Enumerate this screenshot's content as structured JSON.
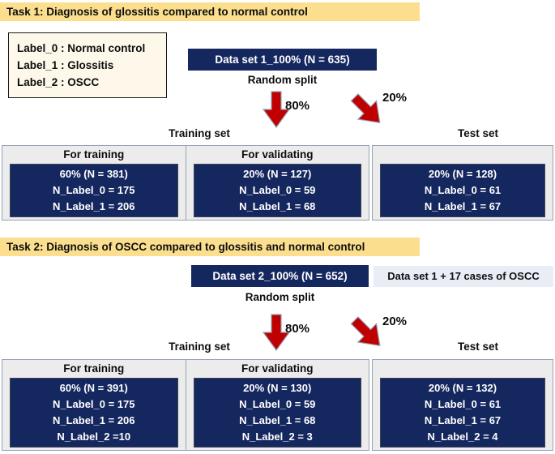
{
  "colors": {
    "task_bar_yellow": "#FBDF8E",
    "navy_box": "#14275E",
    "legend_cream": "#FDF8E9",
    "arrow_red": "#C00000",
    "container_gray": "#ECECEC",
    "container_border": "#96A0B4",
    "note_bg": "#E9EDF6"
  },
  "legend": {
    "line0": "Label_0 : Normal control",
    "line1": "Label_1 : Glossitis",
    "line2": "Label_2 : OSCC"
  },
  "task1": {
    "title": "Task 1: Diagnosis of glossitis compared to normal control",
    "dataset": "Data set 1_100% (N = 635)",
    "random_split": "Random split",
    "pct80": "80%",
    "pct20": "20%",
    "training_set_label": "Training set",
    "test_set_label": "Test set",
    "for_training": {
      "header": "For training",
      "lines": [
        "60% (N = 381)",
        "N_Label_0 = 175",
        "N_Label_1 = 206"
      ]
    },
    "for_validating": {
      "header": "For validating",
      "lines": [
        "20% (N = 127)",
        "N_Label_0 = 59",
        "N_Label_1 = 68"
      ]
    },
    "test": {
      "lines": [
        "20% (N = 128)",
        "N_Label_0 = 61",
        "N_Label_1 = 67"
      ]
    }
  },
  "task2": {
    "title": "Task 2: Diagnosis of OSCC compared to glossitis and normal control",
    "dataset": "Data set 2_100% (N = 652)",
    "note": "Data set 1 + 17 cases of OSCC",
    "random_split": "Random split",
    "pct80": "80%",
    "pct20": "20%",
    "training_set_label": "Training set",
    "test_set_label": "Test set",
    "for_training": {
      "header": "For training",
      "lines": [
        "60% (N = 391)",
        "N_Label_0 = 175",
        "N_Label_1 = 206",
        "N_Label_2 =10"
      ]
    },
    "for_validating": {
      "header": "For validating",
      "lines": [
        "20% (N = 130)",
        "N_Label_0 = 59",
        "N_Label_1 = 68",
        "N_Label_2 = 3"
      ]
    },
    "test": {
      "lines": [
        "20% (N = 132)",
        "N_Label_0 = 61",
        "N_Label_1 = 67",
        "N_Label_2 = 4"
      ]
    }
  }
}
